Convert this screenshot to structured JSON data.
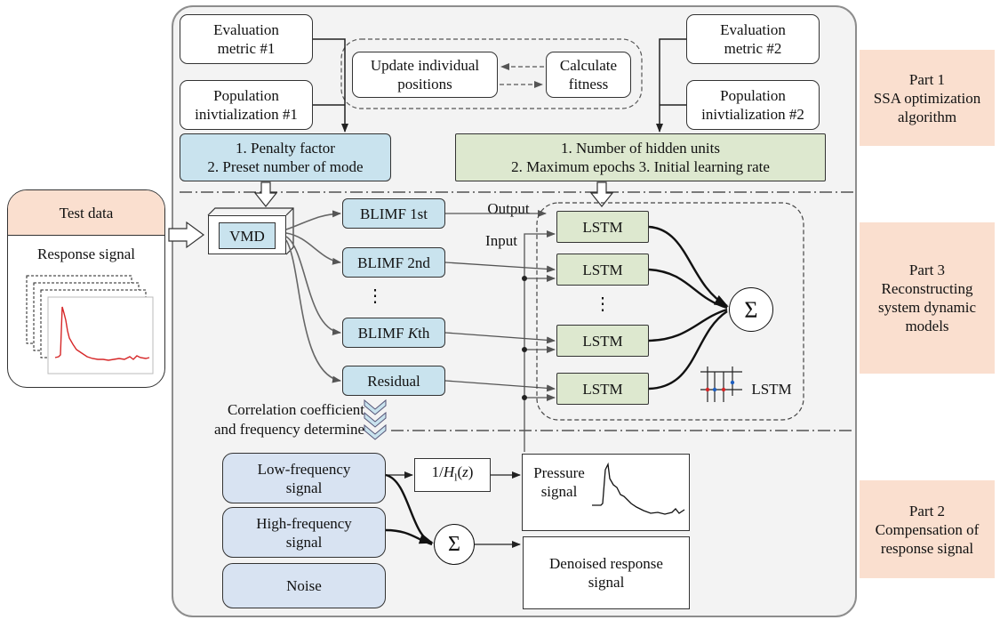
{
  "part1": {
    "label": "Part 1",
    "title": "SSA optimization\nalgorithm"
  },
  "part2": {
    "label": "Part 2",
    "title": "Compensation of\nresponse signal"
  },
  "part3": {
    "label": "Part 3",
    "title": "Reconstructing\nsystem dynamic\nmodels"
  },
  "ssa": {
    "eval1": "Evaluation\nmetric #1",
    "eval2": "Evaluation\nmetric #2",
    "pop1": "Population\ninivtialization #1",
    "pop2": "Population\ninivtialization #2",
    "update": "Update individual\npositions",
    "fitness": "Calculate\nfitness",
    "vmd_params": "1. Penalty factor\n2. Preset number of mode",
    "lstm_params_line1": "1. Number of hidden units",
    "lstm_params_line2": "2. Maximum epochs   3. Initial learning rate"
  },
  "test": {
    "header": "Test data",
    "subtitle": "Response signal"
  },
  "decomp": {
    "vmd": "VMD",
    "blimf1": "BLIMF 1st",
    "blimf2": "BLIMF 2nd",
    "blimfk_prefix": "BLIMF ",
    "blimfk_k": "K",
    "blimfk_suffix": "th",
    "residual": "Residual",
    "dots": "⋮",
    "output_label": "Output",
    "input_label": "Input"
  },
  "lstm": {
    "cells": [
      "LSTM",
      "LSTM",
      "LSTM",
      "LSTM"
    ],
    "dots": "⋮",
    "sum_symbol": "Σ",
    "legend_label": "LSTM"
  },
  "classify_label": "Correlation coefficient\nand frequency determine",
  "compensation": {
    "low": "Low-frequency\nsignal",
    "high": "High-frequency\nsignal",
    "noise": "Noise",
    "tf_prefix": "1/",
    "tf_h": "H",
    "tf_sub": "l",
    "tf_open": "(",
    "tf_z": "z",
    "tf_close": ")",
    "pressure": "Pressure\nsignal",
    "sum_symbol": "Σ",
    "denoised": "Denoised response\nsignal"
  },
  "colors": {
    "blue_box": "#c9e3ee",
    "green_box": "#dde8cf",
    "signal_box": "#d8e3f2",
    "part_box": "#fadfcf",
    "panel": "#f3f3f3",
    "signal_trace": "#d62728"
  }
}
